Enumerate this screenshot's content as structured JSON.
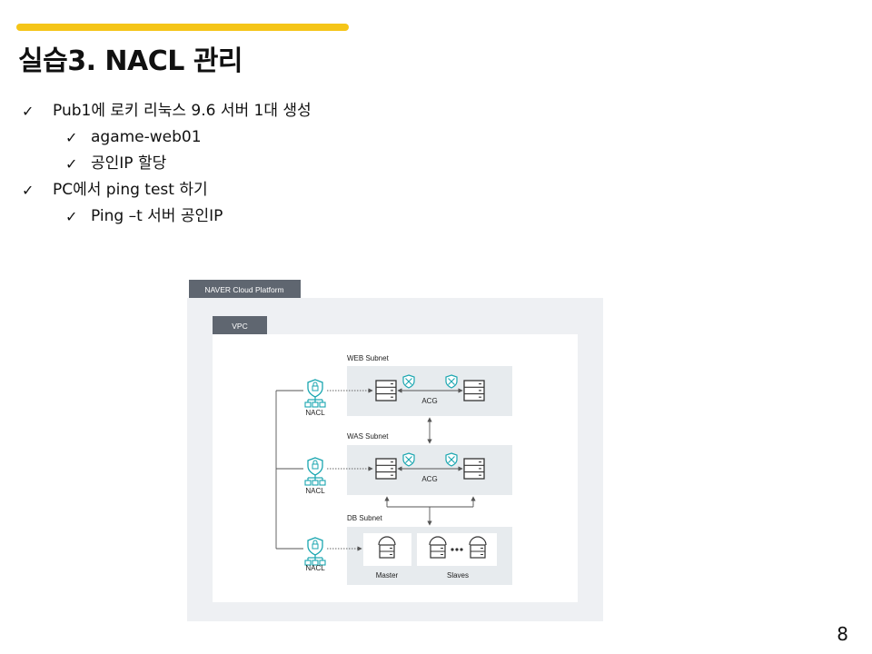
{
  "slide": {
    "title": "실습3. NACL 관리",
    "page_number": "8",
    "check_glyph": "✓",
    "bullets": [
      {
        "text": "Pub1에 로키 리눅스 9.6 서버 1대 생성",
        "level": 1
      },
      {
        "text": "agame-web01",
        "level": 2
      },
      {
        "text": "공인IP 할당",
        "level": 2
      },
      {
        "text": "PC에서 ping test 하기",
        "level": 1
      },
      {
        "text": "Ping –t  서버 공인IP",
        "level": 2
      }
    ]
  },
  "diagram": {
    "platform_label": "NAVER Cloud Platform",
    "vpc_label": "VPC",
    "subnets": [
      {
        "name": "WEB Subnet",
        "nacl_label": "NACL",
        "acg_label": "ACG"
      },
      {
        "name": "WAS Subnet",
        "nacl_label": "NACL",
        "acg_label": "ACG"
      },
      {
        "name": "DB Subnet",
        "nacl_label": "NACL",
        "master_label": "Master",
        "slaves_label": "Slaves"
      }
    ],
    "icons": [
      "nacl-shield-icon",
      "server-icon",
      "acg-shield-icon",
      "db-server-icon",
      "ellipsis-icon"
    ],
    "colors": {
      "accent": "#f5c518",
      "platform_bg": "#eef0f3",
      "label_tab": "#5f6670",
      "subnet_bg": "#e7ebee",
      "teal": "#1aa6b0",
      "line": "#555555"
    }
  }
}
